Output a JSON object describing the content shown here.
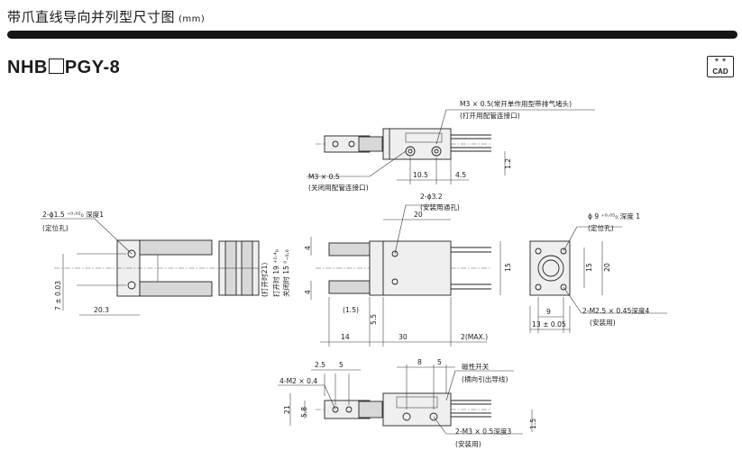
{
  "header": {
    "title": "带爪直线导向并列型尺寸图",
    "unit": "(mm)"
  },
  "model": {
    "prefix": "NHB",
    "suffix": "PGY-8"
  },
  "cad_badge": {
    "label": "CAD"
  },
  "annotations": {
    "top_port": "M3 × 0.5(常开单作用型带排气堵头)",
    "top_port_sub": "(打开用配管连接口)",
    "close_port": "M3 × 0.5",
    "close_port_sub": "(关闭用配管连接口)",
    "mount_hole": "2-ϕ3.2",
    "mount_hole_sub": "(安装用通孔)",
    "pin_hole": "2-ϕ1.5 ⁺⁰·⁰²₀ 深度1",
    "pin_hole_sub": "(定位孔)",
    "right_pin": "ϕ 9 ⁺⁰·⁰⁵₀ 深度 1",
    "right_pin_sub": "(定位孔)",
    "right_tap": "2-M2.5 × 0.45深度4",
    "right_tap_sub": "(安装用)",
    "bottom_tap": "4-M2 × 0.4",
    "magnet": "磁性开关",
    "magnet_sub": "(横向引出导线)",
    "bottom_screw": "2-M3 × 0.5深度3",
    "bottom_screw_sub": "(安装用)",
    "open_label": "(打开时21)",
    "stroke_open": "打开时 19 ⁺²·⁴₀",
    "stroke_close": "关闭时 15 ⁰₋₀.₆"
  },
  "dimensions": {
    "d_10_5": "10.5",
    "d_4_5": "4.5",
    "d_1_2": "1.2",
    "d_20_top": "20",
    "d_15_v": "15",
    "d_4a": "4",
    "d_4b": "4",
    "d_1_5": "(1.5)",
    "d_5_5": "5.5",
    "d_14": "14",
    "d_30": "30",
    "d_2max": "2(MAX.)",
    "d_20_3": "20.3",
    "d_7": "7 ± 0.03",
    "d_15_right": "15",
    "d_20_right": "20",
    "d_9": "9",
    "d_13": "13 ± 0.05",
    "d_2_5": "2.5",
    "d_5a": "5",
    "d_8": "8",
    "d_5b": "5",
    "d_21": "21",
    "d_5_8": "5.8",
    "d_1_5b": "1.5"
  }
}
